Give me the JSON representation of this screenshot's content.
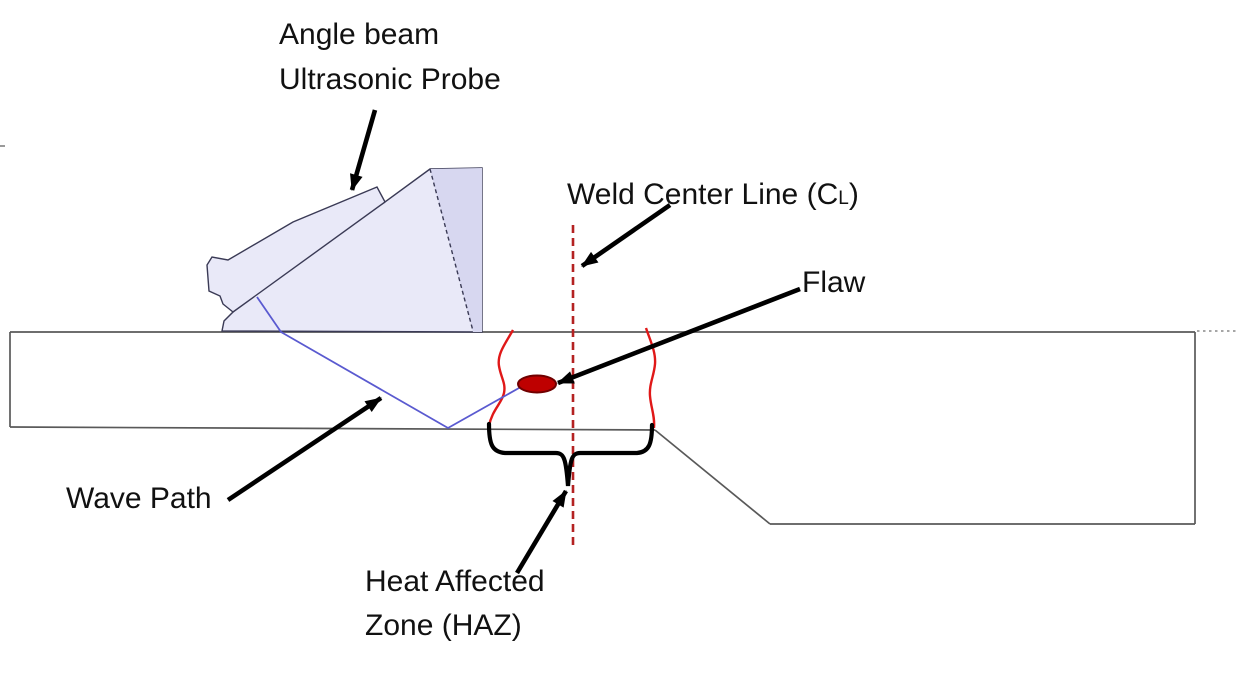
{
  "diagram": {
    "title_context": "Angle beam ultrasonic weld inspection diagram",
    "labels": {
      "probe": {
        "line1": "Angle beam",
        "line2": "Ultrasonic Probe"
      },
      "weld_center_line": {
        "prefix": "Weld Center Line (C",
        "subscript": "L",
        "suffix": ")"
      },
      "flaw": "Flaw",
      "wave_path": "Wave Path",
      "haz": {
        "line1": "Heat Affected",
        "line2": "Zone (HAZ)"
      }
    },
    "colors": {
      "background": "#FFFFFF",
      "text": "#111111",
      "annotation_arrow": "#000000",
      "plate_stroke": "#595959",
      "plate_dotted": "#9A9A9A",
      "probe_fill": "#E9E9F8",
      "probe_back_fill": "#D7D7F0",
      "probe_stroke": "#3A3A55",
      "wave_path": "#5A5AD0",
      "weld_boundary": "#E01818",
      "center_line": "#B42222",
      "flaw_fill": "#BE0000",
      "flaw_stroke": "#700000",
      "brace": "#000000"
    }
  }
}
